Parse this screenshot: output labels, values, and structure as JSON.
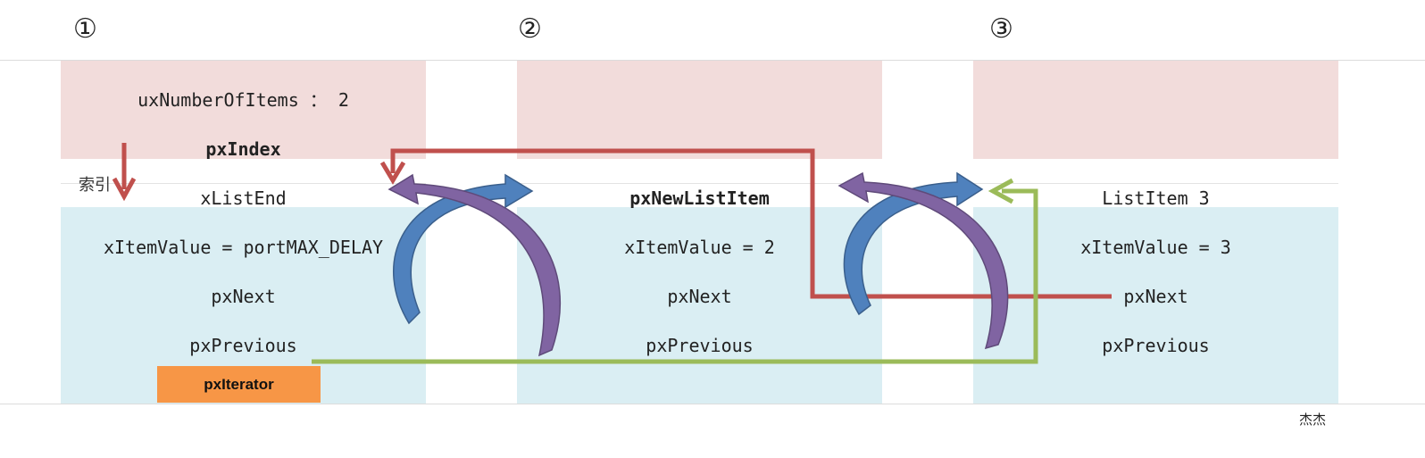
{
  "markers": [
    "①",
    "②",
    "③"
  ],
  "columns": [
    {
      "count_label": "uxNumberOfItems  ：  2",
      "index_label": "pxIndex",
      "header": "xListEnd",
      "item_value": "xItemValue = portMAX_DELAY",
      "next": "pxNext",
      "previous": "pxPrevious"
    },
    {
      "header": "pxNewListItem",
      "item_value": "xItemValue = 2",
      "next": "pxNext",
      "previous": "pxPrevious"
    },
    {
      "header": "ListItem 3",
      "item_value": "xItemValue = 3",
      "next": "pxNext",
      "previous": "pxPrevious"
    }
  ],
  "index_note": "索引",
  "iterator_label": "pxIterator",
  "author": "杰杰",
  "colors": {
    "pink_band": "#f2dcdb",
    "blue_band": "#daeef3",
    "red_arrow": "#c0504d",
    "green_arrow": "#9bbb59",
    "blue_arrow": "#4f81bd",
    "purple_arrow": "#8064a2",
    "iterator_fill": "#f79646"
  }
}
